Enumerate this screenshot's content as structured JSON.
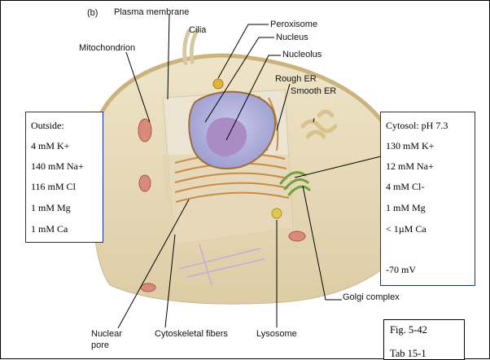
{
  "labels": {
    "panel": "(b)",
    "plasma_membrane": "Plasma membrane",
    "cilia": "Cilia",
    "mitochondrion": "Mitochondrion",
    "peroxisome": "Peroxisome",
    "nucleus": "Nucleus",
    "nucleolus": "Nucleolus",
    "rough_er": "Rough ER",
    "smooth_er": "Smooth ER",
    "golgi": "Golgi complex",
    "nuclear_pore_1": "Nuclear",
    "nuclear_pore_2": "pore",
    "cytoskeletal": "Cytoskeletal fibers",
    "lysosome": "Lysosome"
  },
  "outside": {
    "title": "Outside:",
    "items": [
      "4 mM K+",
      "140 mM Na+",
      "116 mM Cl",
      "1 mM Mg",
      "1 mM Ca"
    ]
  },
  "cytosol": {
    "title": "Cytosol:  pH 7.3",
    "items": [
      "130 mM K+",
      "12 mM Na+",
      "4 mM Cl-",
      "1 mM Mg",
      "< 1µM Ca"
    ],
    "potential": "-70 mV"
  },
  "figref": {
    "line1": "Fig. 5-42",
    "line2": "Tab 15-1"
  },
  "colors": {
    "box_border": "#1c2aa8",
    "cytoplasm": "#e8dcc0",
    "nucleus": "#b6b6dc",
    "nucleolus": "#a98cc4",
    "golgi": "#6fa23c"
  }
}
